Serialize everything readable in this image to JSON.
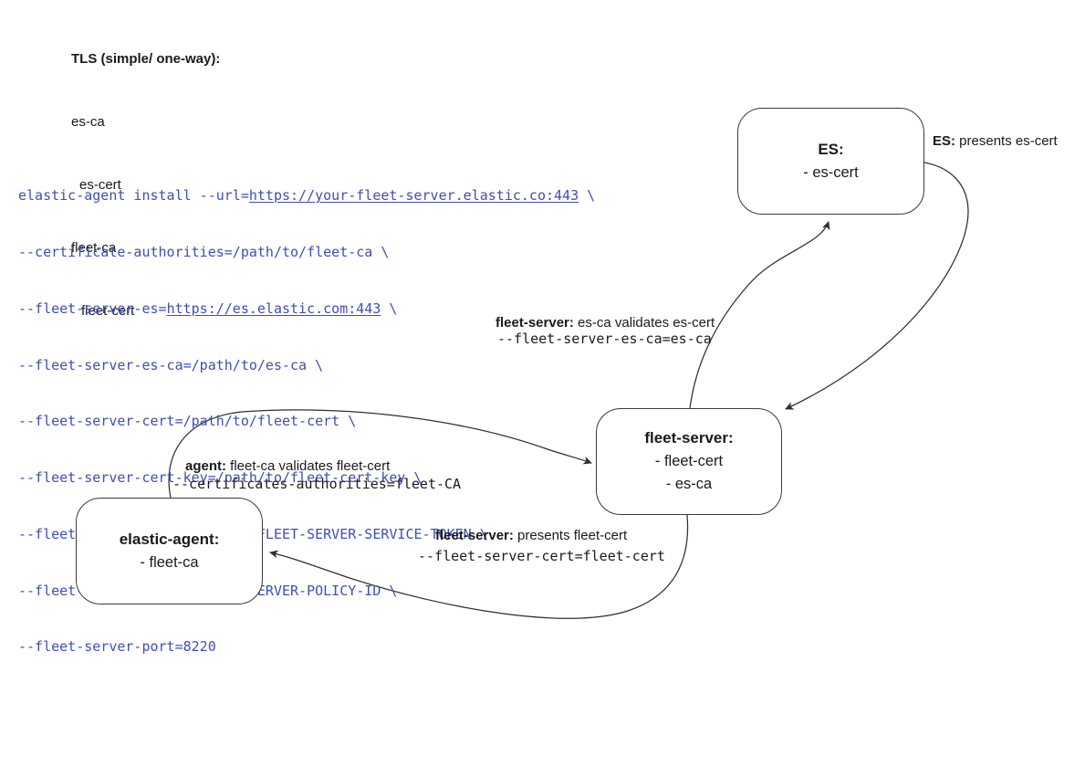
{
  "legend": {
    "title": "TLS (simple/ one-way):",
    "items": [
      "es-ca",
      "es-cert",
      "fleet-ca",
      "fleet-cert"
    ]
  },
  "command": {
    "l1_pre": "elastic-agent install --url=",
    "l1_url": "https://your-fleet-server.elastic.co:443",
    "l1_post": " \\",
    "l2": "--certificate-authorities=/path/to/fleet-ca \\",
    "l3_pre": "--fleet-server-es=",
    "l3_url": "https://es.elastic.com:443",
    "l3_post": " \\",
    "l4": "--fleet-server-es-ca=/path/to/es-ca \\",
    "l5": "--fleet-server-cert=/path/to/fleet-cert \\",
    "l6": "--fleet-server-cert-key=/path/to/fleet-cert-key \\",
    "l7": "--fleet-server-service-token=FLEET-SERVER-SERVICE-TOKEN \\",
    "l8": "--fleet-server-policy=FLEET-SERVER-POLICY-ID \\",
    "l9": "--fleet-server-port=8220"
  },
  "nodes": {
    "es": {
      "title": "ES:",
      "item1": "- es-cert"
    },
    "fleet_server": {
      "title": "fleet-server:",
      "item1": "- fleet-cert",
      "item2": "- es-ca"
    },
    "elastic_agent": {
      "title": "elastic-agent:",
      "item1": "- fleet-ca"
    }
  },
  "labels": {
    "es_presents": {
      "prefix": "ES:",
      "rest": " presents es-cert"
    },
    "fleet_validates": {
      "prefix": "fleet-server:",
      "rest": " es-ca validates es-cert",
      "code": "--fleet-server-es-ca=es-ca"
    },
    "agent_validates": {
      "prefix": "agent:",
      "rest": " fleet-ca validates fleet-cert",
      "code": "--certificates-authorities=fleet-CA"
    },
    "fleet_presents": {
      "prefix": "fleet-server:",
      "rest": " presents fleet-cert",
      "code": "--fleet-server-cert=fleet-cert"
    }
  },
  "colors": {
    "command_text": "#3f4eb4",
    "connector_line": "#303030",
    "node_border": "#3b3b3b",
    "text": "#1a1a1a"
  }
}
